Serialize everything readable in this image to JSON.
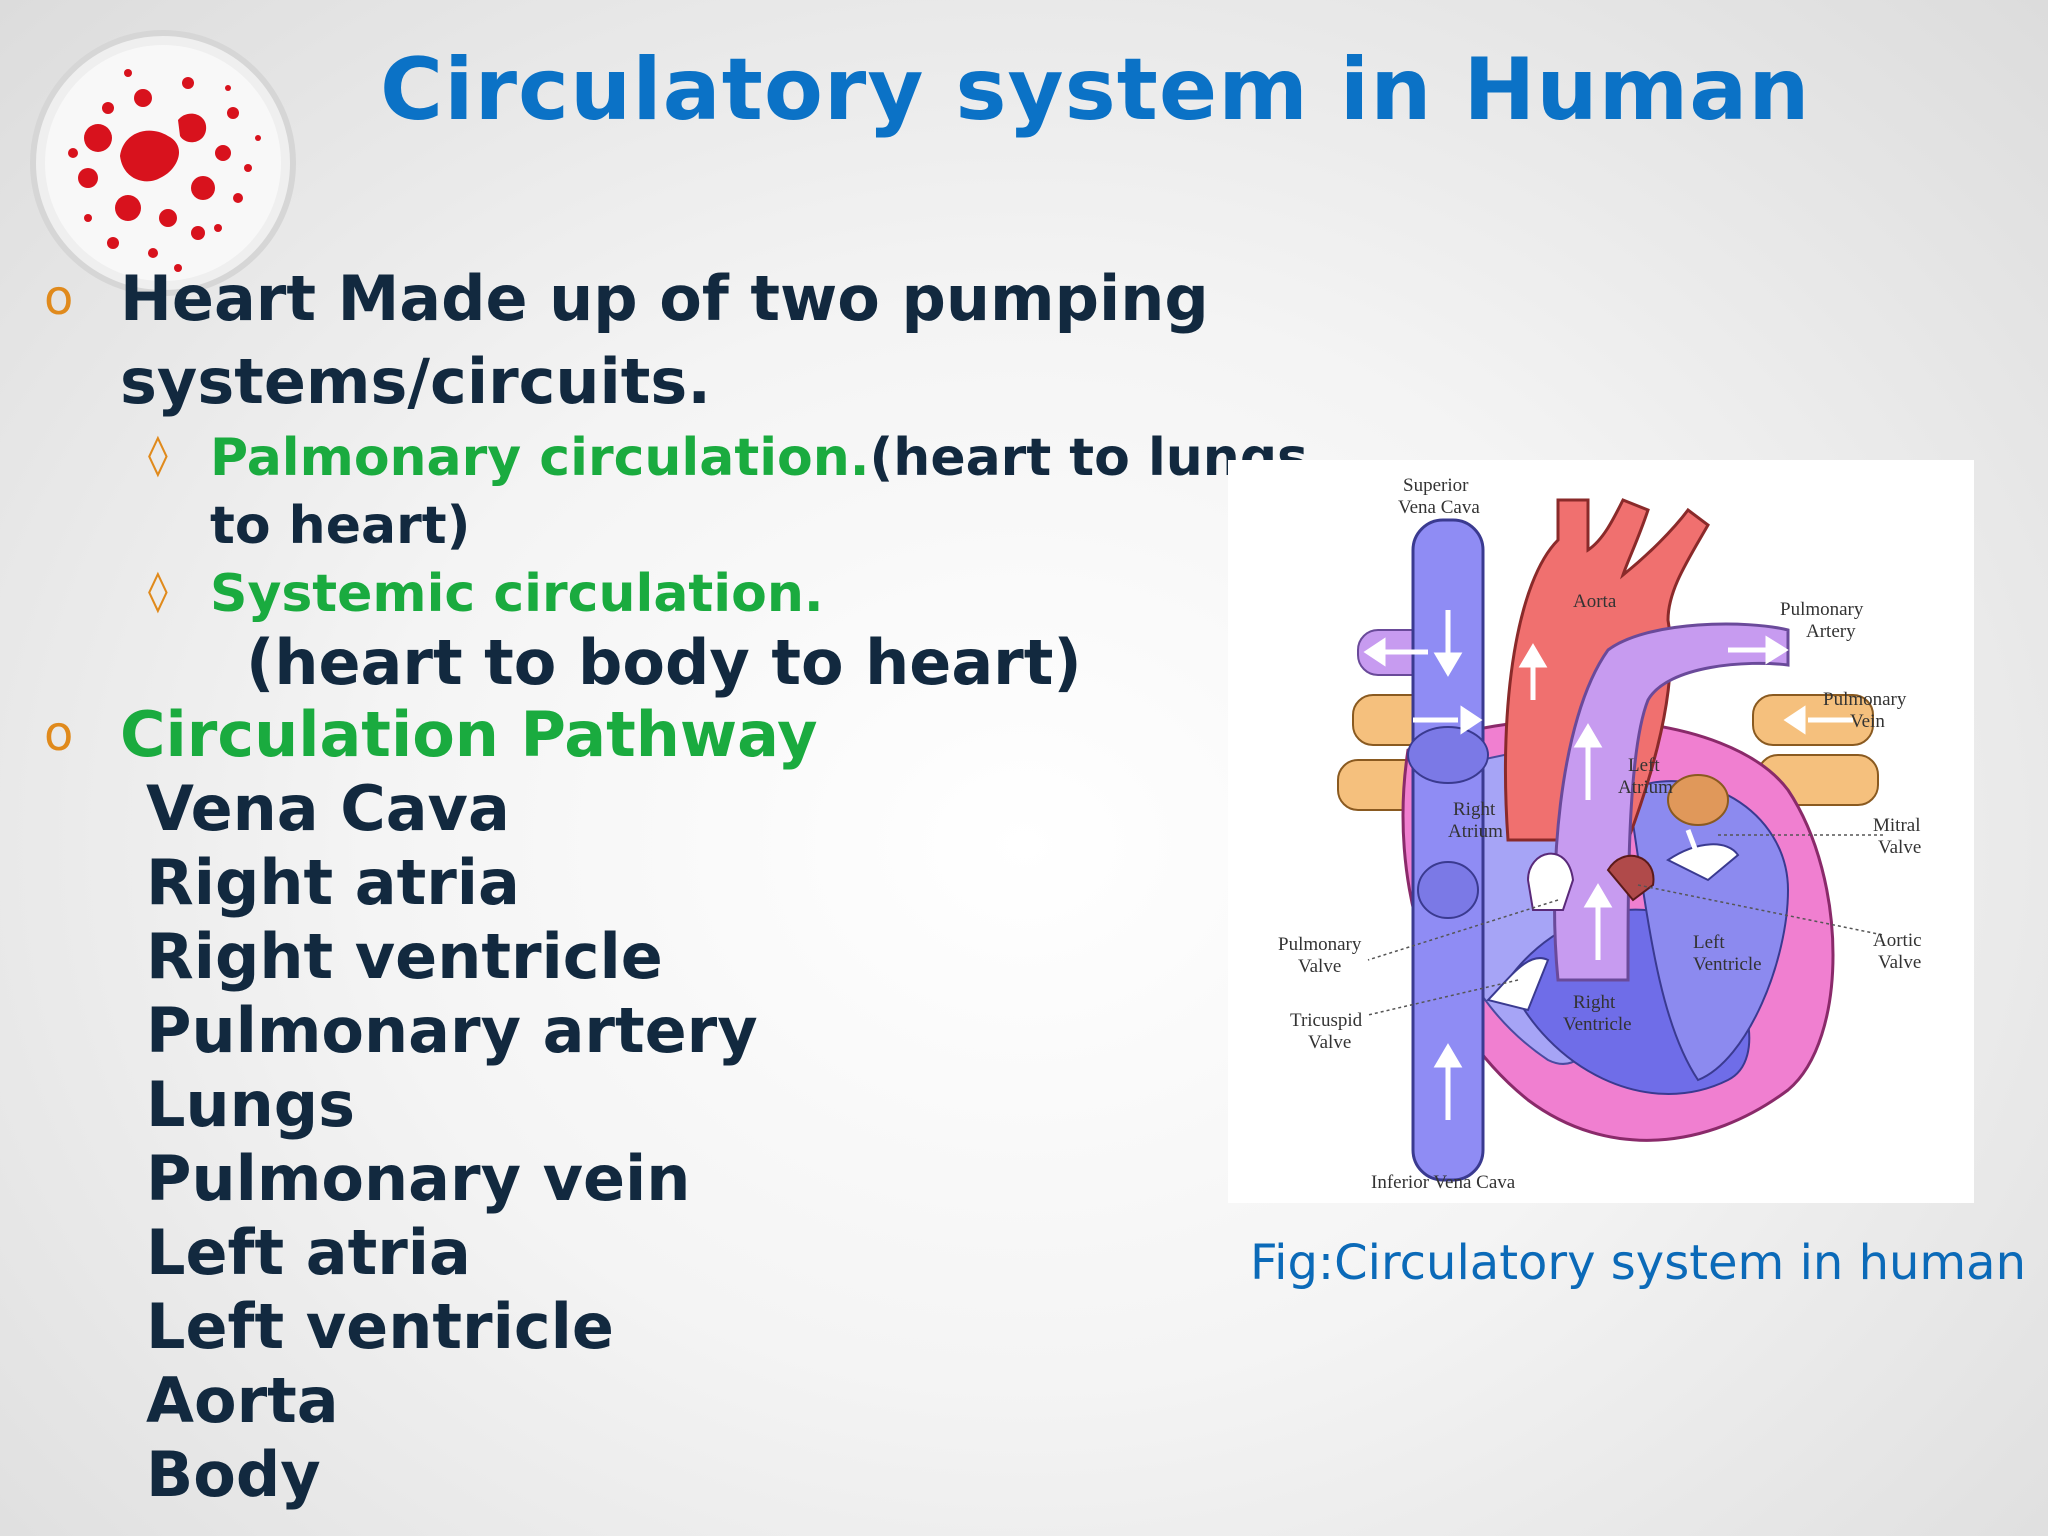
{
  "title": "Circulatory system in Human",
  "bullets": {
    "marker": "o",
    "sub_marker": "◊",
    "heart": {
      "line1": "Heart Made up of two pumping",
      "line2": "systems/circuits."
    },
    "pulmonary": {
      "green": "Palmonary circulation.",
      "rest": "(heart to lungs",
      "line2": "to heart)"
    },
    "systemic": {
      "green": "Systemic circulation.",
      "line2": "(heart to body to heart)"
    },
    "pathway_heading": "Circulation Pathway",
    "pathway": [
      "Vena Cava",
      "Right atria",
      "Right ventricle",
      "Pulmonary artery",
      "Lungs",
      "Pulmonary vein",
      "Left atria",
      "Left ventricle",
      "Aorta",
      "Body"
    ]
  },
  "figure": {
    "labels": {
      "superior_vena_cava_1": "Superior",
      "superior_vena_cava_2": "Vena Cava",
      "aorta": "Aorta",
      "pulmonary_artery_1": "Pulmonary",
      "pulmonary_artery_2": "Artery",
      "pulmonary_vein_1": "Pulmonary",
      "pulmonary_vein_2": "Vein",
      "left_atrium_1": "Left",
      "left_atrium_2": "Atrium",
      "right_atrium_1": "Right",
      "right_atrium_2": "Atrium",
      "mitral_valve_1": "Mitral",
      "mitral_valve_2": "Valve",
      "aortic_valve_1": "Aortic",
      "aortic_valve_2": "Valve",
      "pulmonary_valve_1": "Pulmonary",
      "pulmonary_valve_2": "Valve",
      "left_ventricle_1": "Left",
      "left_ventricle_2": "Ventricle",
      "right_ventricle_1": "Right",
      "right_ventricle_2": "Ventricle",
      "tricuspid_valve_1": "Tricuspid",
      "tricuspid_valve_2": "Valve",
      "inferior_vena_cava": "Inferior Vena Cava"
    },
    "caption": "Fig:Circulatory system in human"
  },
  "colors": {
    "title": "#0b72c6",
    "body_text": "#12293f",
    "green_text": "#1aab3f",
    "marker": "#e08a1c",
    "caption": "#0b6ab8",
    "vena_cava": "#8f8cf4",
    "aorta": "#f0706f",
    "pulmonary": "#c79bf0",
    "pulmonary_vein": "#f5c07d",
    "heart_wall": "#f07fd0",
    "blood_drops": "#d8121d"
  }
}
